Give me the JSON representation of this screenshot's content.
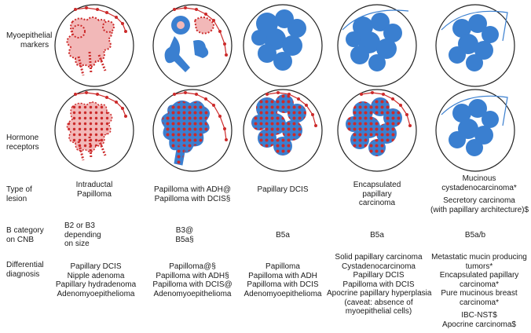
{
  "row_labels": {
    "myoepithelial": [
      "Myoepithelial",
      "markers"
    ],
    "hormone": [
      "Hormone",
      "receptors"
    ],
    "type": [
      "Type of",
      "lesion"
    ],
    "bcat": [
      "B category",
      "on CNB"
    ],
    "diff": [
      "Differential",
      "diagnosis"
    ]
  },
  "columns": [
    {
      "type": [
        "Intraductal",
        "Papilloma"
      ],
      "bcat": [
        "B2 or B3",
        "depending",
        "on size"
      ],
      "diff": [
        "Papillary DCIS",
        "Nipple adenoma",
        "Papillary hydradenoma",
        "Adenomyoepithelioma"
      ]
    },
    {
      "type": [
        "Papilloma with ADH@",
        "Papilloma with DCIS§"
      ],
      "bcat": [
        "B3@",
        "B5a§"
      ],
      "diff": [
        "Papilloma@§",
        "Papilloma with ADH§",
        "Papilloma with DCIS@",
        "Adenomyoepithelioma"
      ]
    },
    {
      "type": [
        "Papillary DCIS"
      ],
      "bcat": [
        "B5a"
      ],
      "diff": [
        "Papilloma",
        "Papilloma with ADH",
        "Papilloma with DCIS",
        "Adenomyoepithelioma"
      ]
    },
    {
      "type": [
        "Encapsulated",
        "papillary",
        "carcinoma"
      ],
      "bcat": [
        "B5a"
      ],
      "diff": [
        "Solid papillary carcinoma",
        "Cystadenocarcinoma",
        "Papillary DCIS",
        "Papilloma with DCIS",
        "Apocrine papillary hyperplasia",
        "(caveat: absence of",
        "myoepithelial cells)"
      ]
    },
    {
      "type": [
        "Mucinous",
        "cystadenocarcinoma*",
        "",
        "Secretory carcinoma",
        "(with papillary architecture)$"
      ],
      "bcat": [
        "B5a/b"
      ],
      "diff": [
        "Metastatic mucin producing",
        "tumors*",
        "Encapsulated papillary",
        "carcinoma*",
        "Pure mucinous breast",
        "carcinoma*",
        "",
        "IBC-NST$",
        "Apocrine carcinoma$"
      ]
    }
  ],
  "colors": {
    "tumor_blue": "#3a7fd0",
    "myo_red": "#cc2a2a",
    "pink_fill": "#f2b8b8",
    "outline": "#222222"
  }
}
